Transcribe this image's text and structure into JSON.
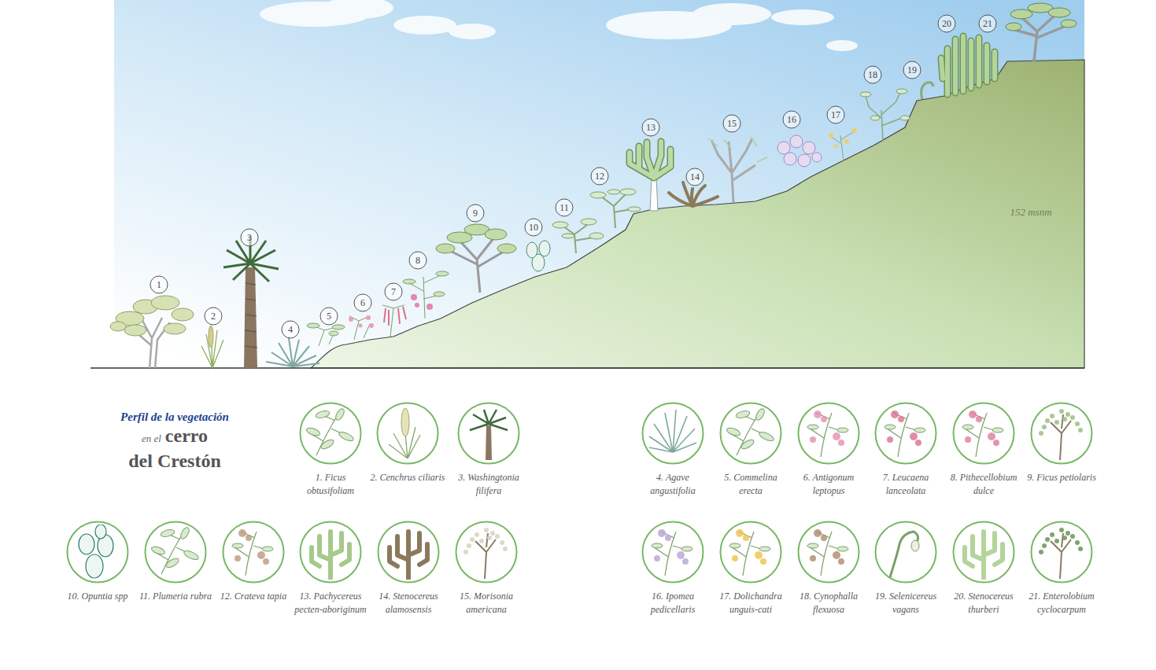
{
  "diagram": {
    "title": "Perfil de la vegetación",
    "nodes": [
      {
        "text": [
          "1"
        ]
      },
      {
        "text": [
          "2"
        ]
      },
      {
        "text": [
          "3"
        ]
      },
      {
        "text": [
          "4"
        ]
      },
      {
        "text": [
          "5"
        ]
      },
      {
        "text": [
          "6"
        ]
      },
      {
        "text": [
          "7"
        ]
      },
      {
        "text": [
          "8"
        ]
      },
      {
        "text": [
          "9"
        ]
      },
      {
        "text": [
          "10"
        ]
      },
      {
        "text": [
          "11"
        ]
      },
      {
        "text": [
          "12"
        ]
      },
      {
        "text": [
          "13"
        ]
      },
      {
        "text": [
          "14"
        ]
      },
      {
        "text": [
          "15"
        ]
      },
      {
        "text": [
          "16"
        ]
      },
      {
        "text": [
          "17"
        ]
      },
      {
        "text": [
          "18"
        ]
      },
      {
        "text": [
          "19"
        ]
      },
      {
        "text": [
          "20"
        ]
      },
      {
        "text": [
          "21"
        ]
      },
      {
        "text": [
          "1. Ficus obtusifoliam"
        ]
      },
      {
        "text": [
          "2. Cenchrus ciliaris"
        ]
      },
      {
        "text": [
          "3. Washingtonia filifera"
        ]
      },
      {
        "text": [
          "4. Agave angustifolia"
        ]
      },
      {
        "text": [
          "5. Commelina erecta"
        ]
      },
      {
        "text": [
          "6. Antigonum leptopus"
        ]
      },
      {
        "text": [
          "7. Leucaena lanceolata"
        ]
      },
      {
        "text": [
          "8. Pithecellobium dulce"
        ]
      },
      {
        "text": [
          "9. Ficus petiolaris"
        ]
      },
      {
        "text": [
          "10. Opuntia spp"
        ]
      },
      {
        "text": [
          "11. Plumeria rubra"
        ]
      },
      {
        "text": [
          "12. Crateva tapia"
        ]
      },
      {
        "text": [
          "13. Pachycereus pecten-aboriginum"
        ]
      },
      {
        "text": [
          "14. Stenocereus alamosensis"
        ]
      },
      {
        "text": [
          "15. Morisonia americana"
        ]
      },
      {
        "text": [
          "16. Ipomea pedicellaris"
        ]
      },
      {
        "text": [
          "17. Dolichandra unguis-cati"
        ]
      },
      {
        "text": [
          "18. Cynophalla flexuosa"
        ]
      },
      {
        "text": [
          "19. Selenicereus vagans"
        ]
      },
      {
        "text": [
          "20. Stenocereus thurberi"
        ]
      },
      {
        "text": [
          "21. Enterolobium cyclocarpum"
        ]
      }
    ],
    "labels": [
      "en el",
      "cerro",
      "del Crestón",
      "152 msnm"
    ]
  }
}
